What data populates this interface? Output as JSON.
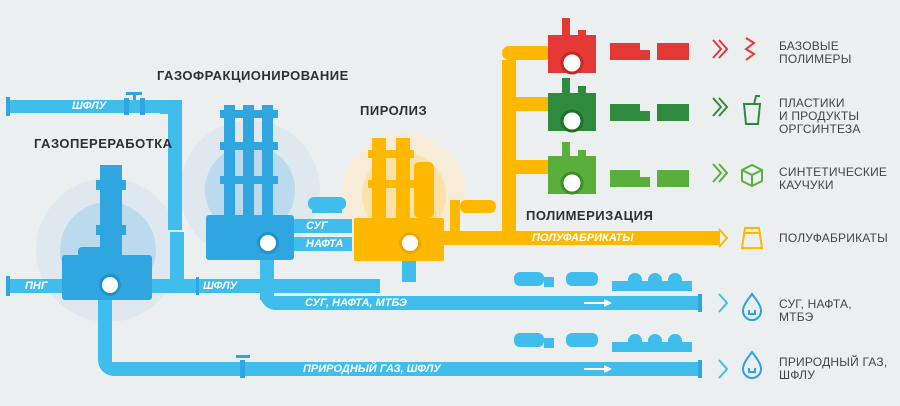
{
  "stages": {
    "gas_processing": "ГАЗОПЕРЕРАБОТКА",
    "gas_fractionation": "ГАЗОФРАКЦИОНИРОВАНИЕ",
    "pyrolysis": "ПИРОЛИЗ",
    "polymerization": "ПОЛИМЕРИЗАЦИЯ"
  },
  "pipe_labels": {
    "shflu_top": "ШФЛУ",
    "png": "ПНГ",
    "shflu_mid": "ШФЛУ",
    "sug": "СУГ",
    "nafta": "НАФТА",
    "semi_products": "ПОЛУФАБРИКАТЫ",
    "sug_nafta_mtbe": "СУГ, НАФТА, МТБЭ",
    "natural_gas_shflu": "ПРИРОДНЫЙ ГАЗ, ШФЛУ"
  },
  "products": [
    {
      "lines": [
        "БАЗОВЫЕ",
        "ПОЛИМЕРЫ"
      ],
      "icon": "polymer-chain-icon",
      "color": "#e53935"
    },
    {
      "lines": [
        "ПЛАСТИКИ",
        "И ПРОДУКТЫ",
        "ОРГСИНТЕЗА"
      ],
      "icon": "plastic-cup-icon",
      "color": "#2e8b3e"
    },
    {
      "lines": [
        "СИНТЕТИЧЕСКИЕ",
        "КАУЧУКИ"
      ],
      "icon": "cube-icon",
      "color": "#5aae3c"
    },
    {
      "lines": [
        "ПОЛУФАБРИКАТЫ"
      ],
      "icon": "bag-icon",
      "color": "#ffb800"
    },
    {
      "lines": [
        "СУГ, НАФТА,",
        "МТБЭ"
      ],
      "icon": "gas-drop-plug-icon",
      "color": "#2aa3dc"
    },
    {
      "lines": [
        "ПРИРОДНЫЙ ГАЗ,",
        "ШФЛУ"
      ],
      "icon": "gas-drop-plug-icon",
      "color": "#2aa3dc"
    }
  ],
  "colors": {
    "background": "#eceff0",
    "pipe_blue": "#3fbdec",
    "plant_blue": "#2fa6e0",
    "pyrolysis_yellow": "#ffb800",
    "red": "#e53935",
    "dark_green": "#2e8b3e",
    "light_green": "#5aae3c"
  }
}
